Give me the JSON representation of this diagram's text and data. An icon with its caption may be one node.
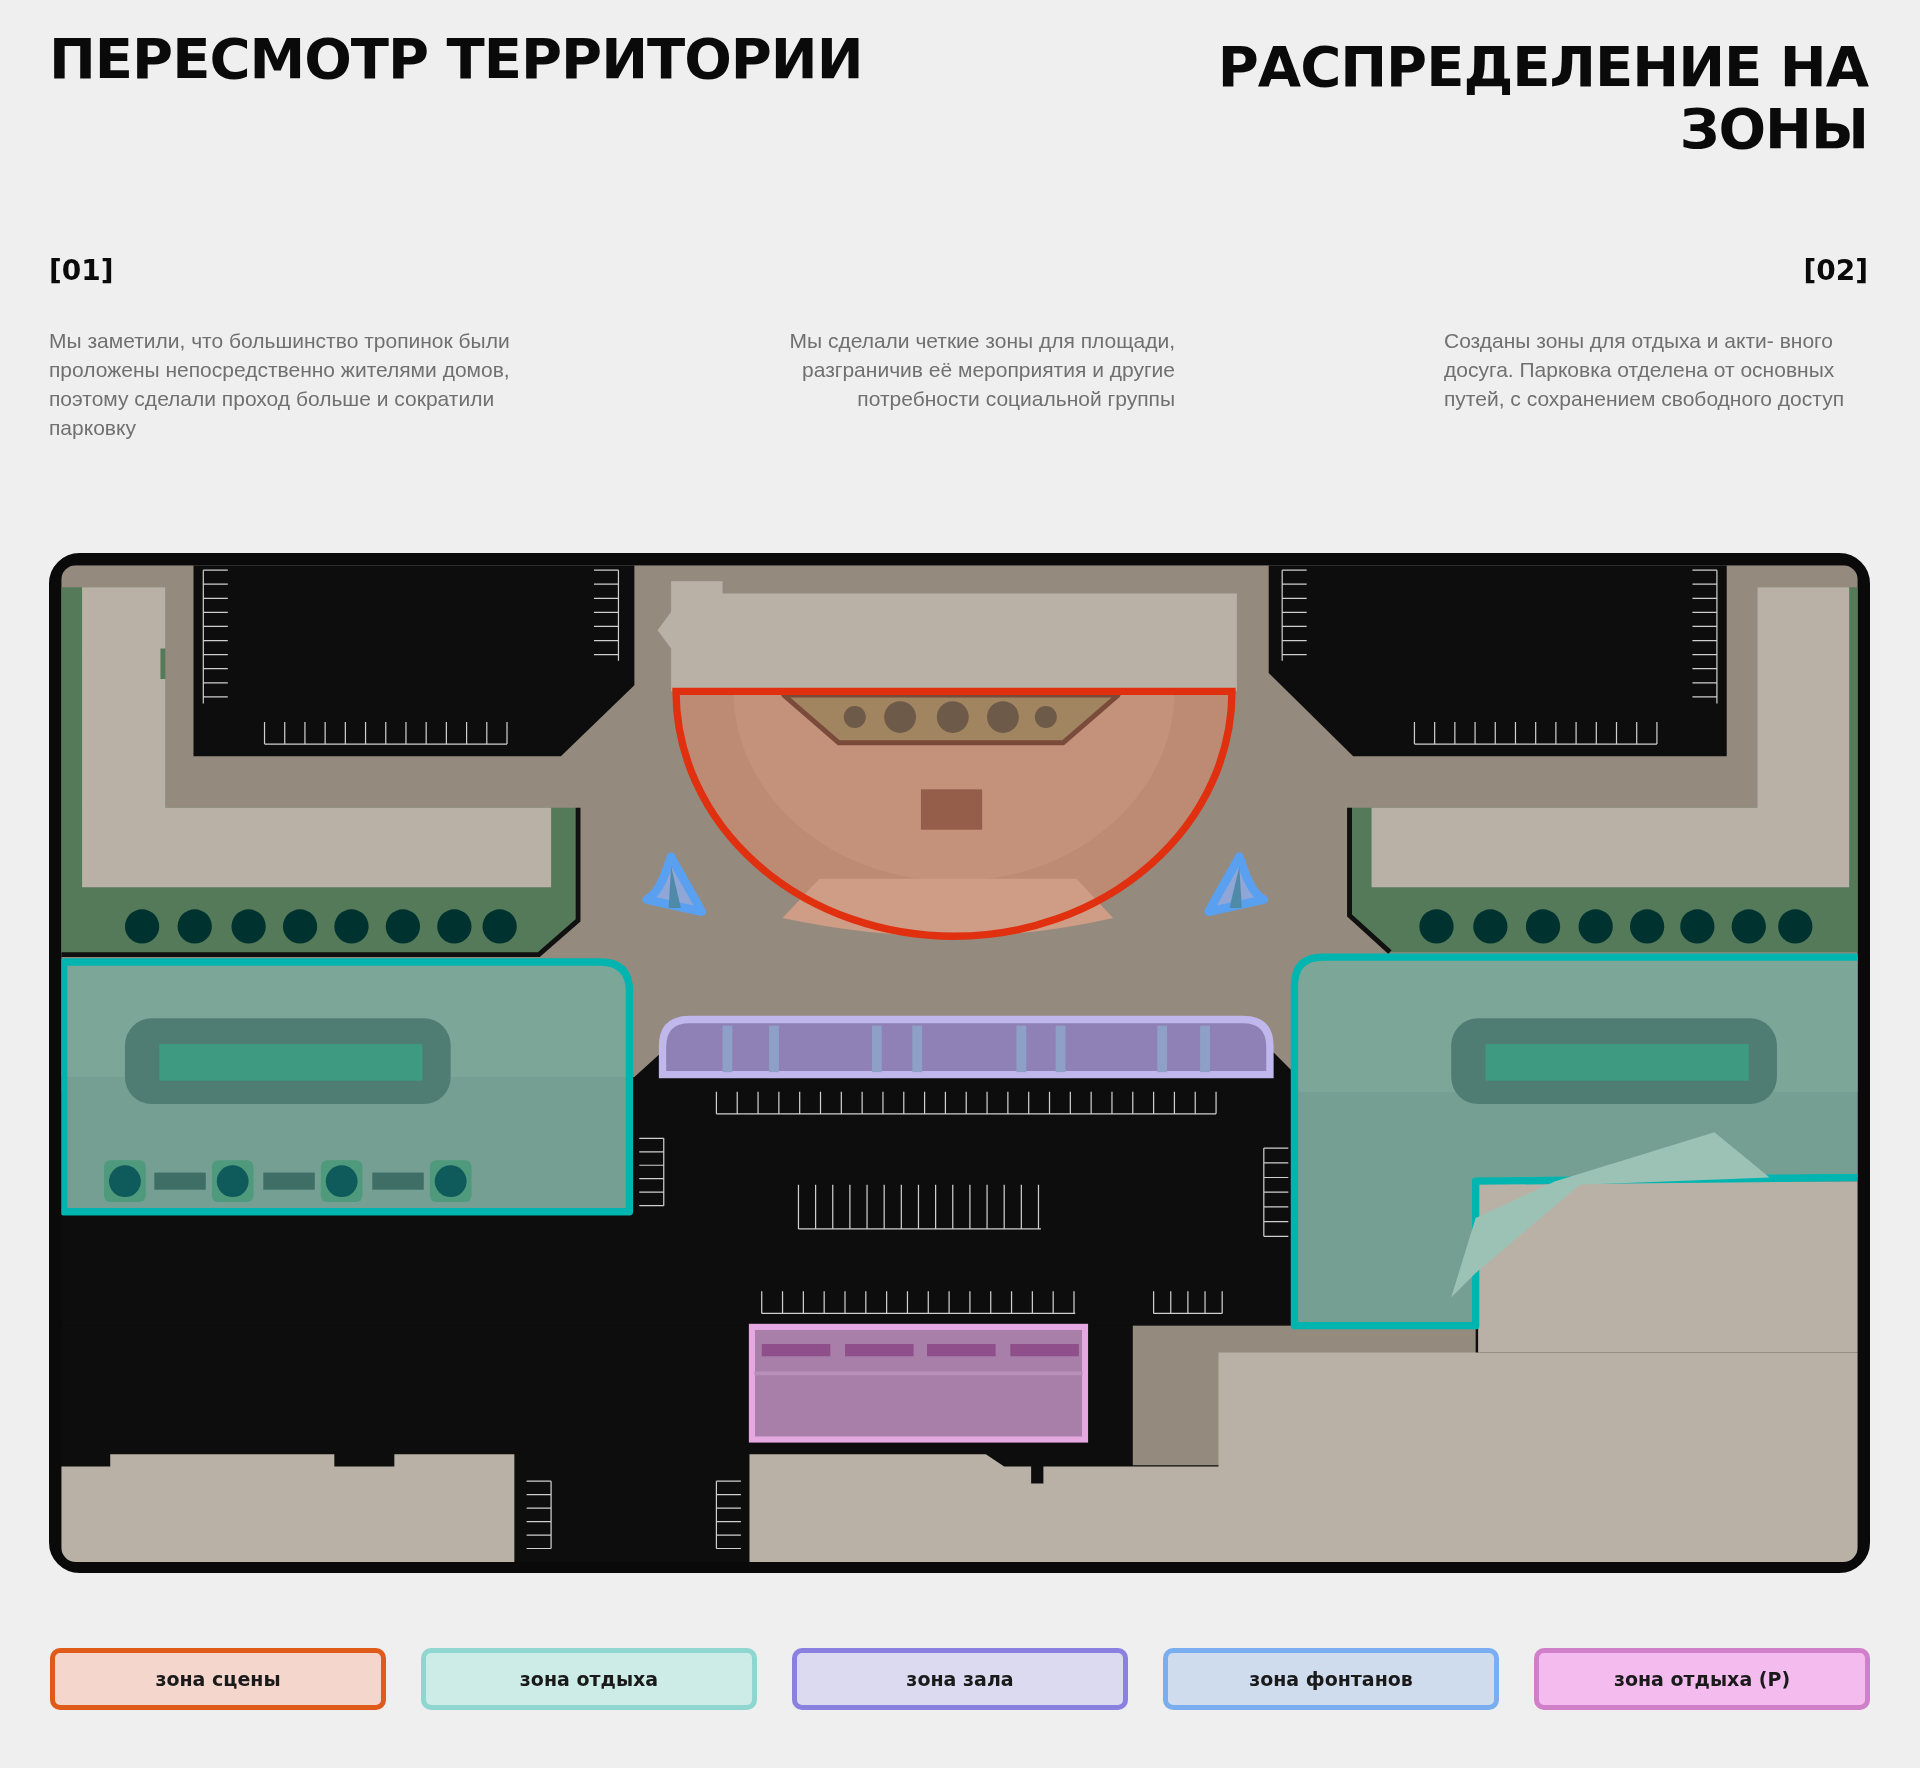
{
  "diagram": {
    "title": "ПЕРЕСМОТР ТЕРРИТОРИИ",
    "labels": [
      "РАСПРЕДЕЛЕНИЕ НА ЗОНЫ",
      "[01]",
      "[02]",
      "Мы заметили, что большинство тропинок были проложены непосредственно жителями домов, поэтому сделали проход больше и сократили парковку",
      "Мы сделали четкие зоны для площади, разграничив её мероприятия и другие потребности социальной группы",
      "Созданы зоны для отдыха и акти- вного досуга. Парковка отделена от основных путей, с сохранением свободного доступ"
    ],
    "legend": [
      {
        "text": "зона сцены",
        "color": "#f4d6cc"
      },
      {
        "text": "зона отдыха",
        "color": "#cdebe7"
      },
      {
        "text": "зона зала",
        "color": "#dcdaf0"
      },
      {
        "text": "зона фонтанов",
        "color": "#cfdcee"
      },
      {
        "text": "зона отдыха (Р)",
        "color": "#f4bcee"
      }
    ]
  }
}
